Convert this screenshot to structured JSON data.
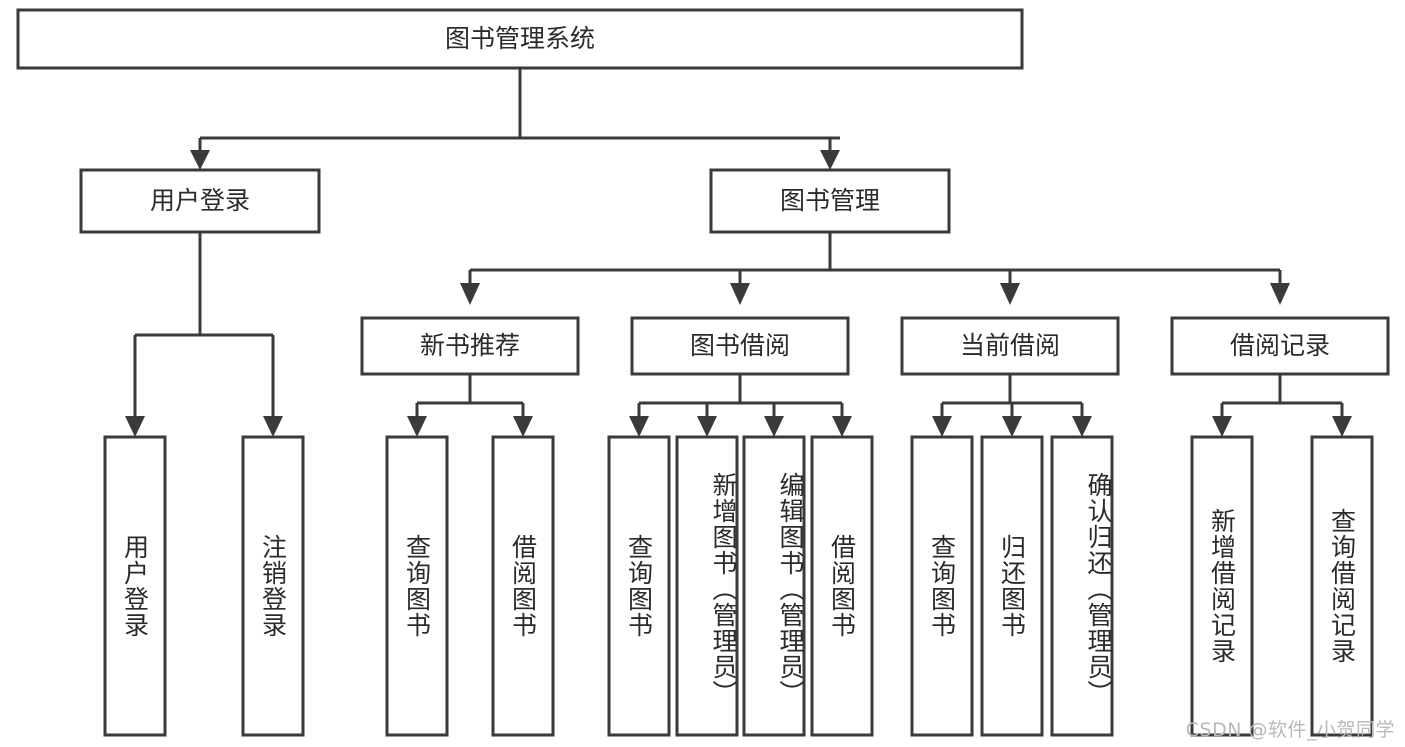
{
  "diagram": {
    "type": "tree-hierarchy",
    "orientation": "top-down",
    "title": "图书管理系统",
    "root": {
      "label": "图书管理系统"
    },
    "level1": [
      {
        "label": "用户登录"
      },
      {
        "label": "图书管理"
      }
    ],
    "level2": [
      {
        "label": "新书推荐"
      },
      {
        "label": "图书借阅"
      },
      {
        "label": "当前借阅"
      },
      {
        "label": "借阅记录"
      }
    ],
    "leaves": {
      "user_login": [
        {
          "label": "用户登录"
        },
        {
          "label": "注销登录"
        }
      ],
      "new_book_recommend": [
        {
          "label": "查询图书"
        },
        {
          "label": "借阅图书"
        }
      ],
      "book_borrow": [
        {
          "label": "查询图书"
        },
        {
          "label": "新增图书（管理员）"
        },
        {
          "label": "编辑图书（管理员）"
        },
        {
          "label": "借阅图书"
        }
      ],
      "current_borrow": [
        {
          "label": "查询图书"
        },
        {
          "label": "归还图书"
        },
        {
          "label": "确认归还（管理员）"
        }
      ],
      "borrow_record": [
        {
          "label": "新增借阅记录"
        },
        {
          "label": "查询借阅记录"
        }
      ]
    }
  },
  "watermark": {
    "text": "CSDN @软件_小贺同学"
  },
  "colors": {
    "box_stroke": "#3a3a3a",
    "box_fill": "#ffffff",
    "text": "#2b2b2b",
    "watermark": "#b9b9b9",
    "background": "#ffffff"
  }
}
